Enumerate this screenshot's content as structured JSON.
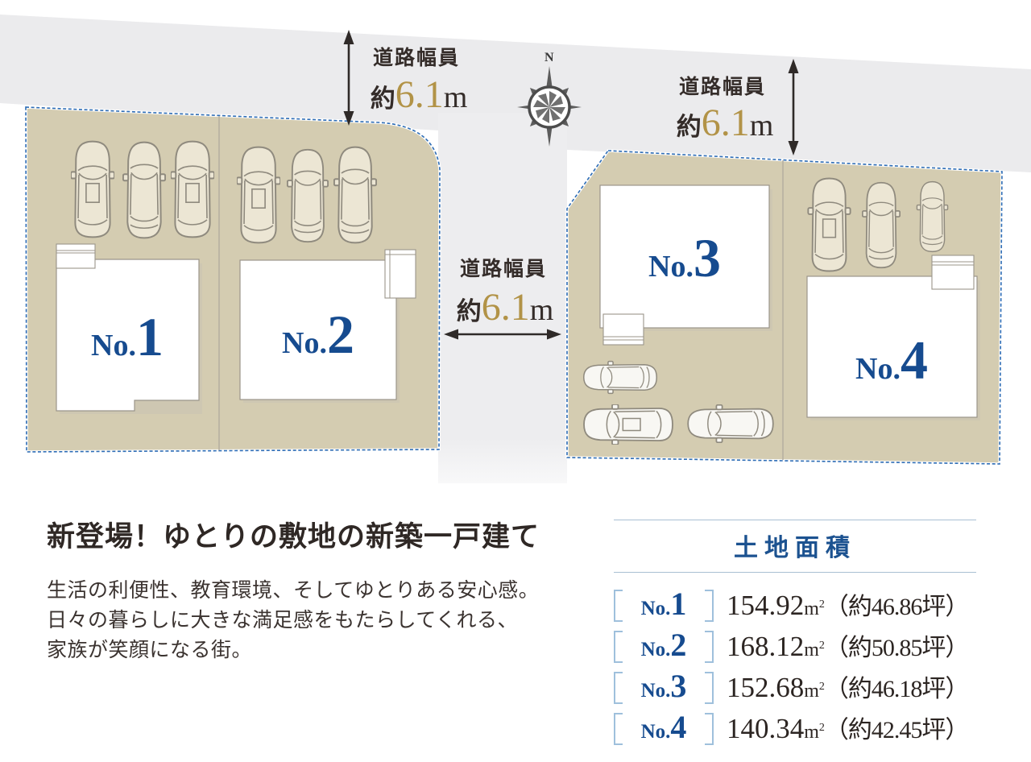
{
  "site_plan": {
    "annotations": [
      {
        "position": "top-left",
        "title": "道路幅員",
        "approx": "約",
        "value": "6.1",
        "unit": "m"
      },
      {
        "position": "top-right",
        "title": "道路幅員",
        "approx": "約",
        "value": "6.1",
        "unit": "m"
      },
      {
        "position": "center",
        "title": "道路幅員",
        "approx": "約",
        "value": "6.1",
        "unit": "m"
      }
    ],
    "compass": {
      "north_label": "N"
    },
    "lots": [
      {
        "prefix": "No.",
        "number": "1"
      },
      {
        "prefix": "No.",
        "number": "2"
      },
      {
        "prefix": "No.",
        "number": "3"
      },
      {
        "prefix": "No.",
        "number": "4"
      }
    ],
    "colors": {
      "lot_fill": "#d4ccb1",
      "road_fill": "#ebebed",
      "boundary_dash_blue": "#2d6cb5",
      "lot_number_blue": "#164b8f",
      "dimension_gold": "#b29347",
      "text_dark": "#332b28"
    }
  },
  "description": {
    "heading": "新登場！ゆとりの敷地の新築一戸建て",
    "lines": [
      "生活の利便性、教育環境、そしてゆとりある安心感。",
      "日々の暮らしに大きな満足感をもたらしてくれる、",
      "家族が笑顔になる街。"
    ]
  },
  "area_table": {
    "title": "土地面積",
    "unit_base": "m",
    "unit_exp": "2",
    "rows": [
      {
        "prefix": "No.",
        "number": "1",
        "area": "154.92",
        "tsubo": "（約46.86坪）"
      },
      {
        "prefix": "No.",
        "number": "2",
        "area": "168.12",
        "tsubo": "（約50.85坪）"
      },
      {
        "prefix": "No.",
        "number": "3",
        "area": "152.68",
        "tsubo": "（約46.18坪）"
      },
      {
        "prefix": "No.",
        "number": "4",
        "area": "140.34",
        "tsubo": "（約42.45坪）"
      }
    ]
  }
}
